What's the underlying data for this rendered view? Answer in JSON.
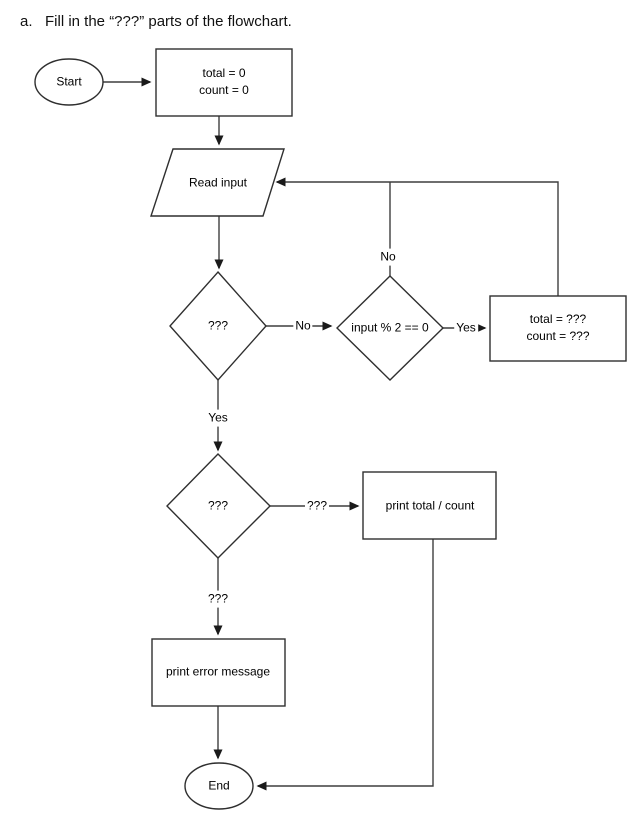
{
  "page": {
    "title_marker": "a.",
    "title_text": "Fill in the “???” parts of the flowchart."
  },
  "flowchart": {
    "nodes": {
      "start": {
        "type": "terminator",
        "label": "Start"
      },
      "init": {
        "type": "process",
        "label": "total = 0\ncount = 0"
      },
      "read_input": {
        "type": "input-output",
        "label": "Read input"
      },
      "decision1": {
        "type": "decision",
        "label": "???"
      },
      "decision2": {
        "type": "decision",
        "label": "input % 2 == 0"
      },
      "update": {
        "type": "process",
        "label": "total = ???\ncount = ???"
      },
      "decision3": {
        "type": "decision",
        "label": "???"
      },
      "print_result": {
        "type": "process",
        "label": "print total / count"
      },
      "print_error": {
        "type": "process",
        "label": "print error message"
      },
      "end": {
        "type": "terminator",
        "label": "End"
      }
    },
    "edge_labels": {
      "decision1_no": "No",
      "decision2_yes": "Yes",
      "decision2_no": "No",
      "decision1_yes": "Yes",
      "decision3_right": "???",
      "decision3_down": "???"
    },
    "colors": {
      "shape_stroke": "#2f2f2f",
      "edge_stroke": "#3e3e3e",
      "arrow_fill": "#1a1a1a",
      "background": "#ffffff",
      "text": "#000000"
    }
  }
}
